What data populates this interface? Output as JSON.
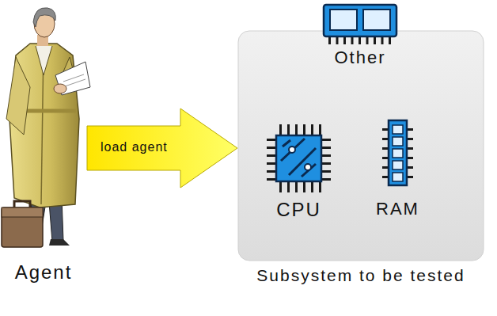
{
  "diagram": {
    "nodes": [
      {
        "text": [
          "Agent"
        ]
      },
      {
        "text": [
          "Subsystem to be tested"
        ]
      },
      {
        "text": [
          "Other"
        ],
        "in": 1
      },
      {
        "text": [
          "CPU"
        ],
        "in": 1
      },
      {
        "text": [
          "RAM"
        ],
        "in": 1
      }
    ],
    "edges": [
      {
        "from": 0,
        "to": 1,
        "label": "load agent",
        "arrow": "to"
      }
    ]
  }
}
